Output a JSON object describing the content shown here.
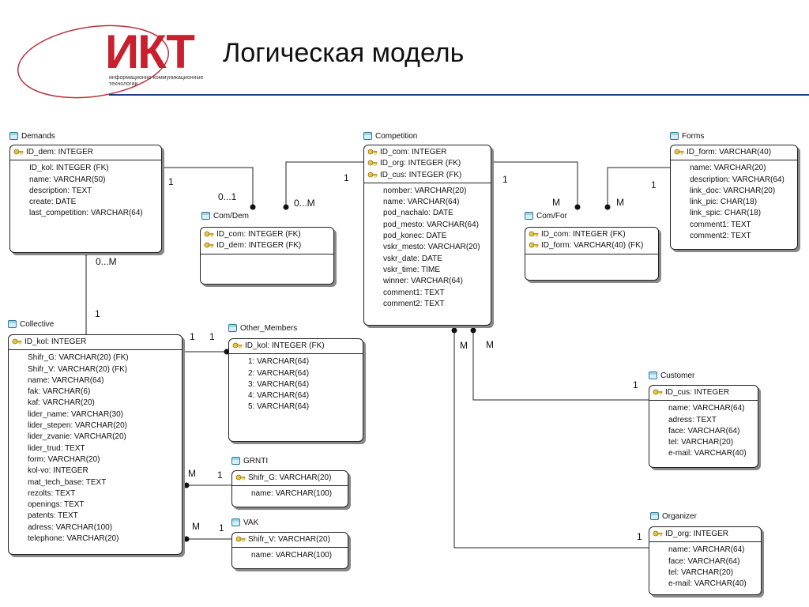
{
  "header": {
    "logo_text": "ИКТ",
    "logo_subtitle": "информационно-коммуникационные технологии",
    "title": "Логическая модель",
    "accent_color": "#1f3d8f",
    "logo_red": "#c8202f"
  },
  "entities": {
    "demands": {
      "name": "Demands",
      "pk": [
        "ID_dem: INTEGER"
      ],
      "attrs": [
        "ID_kol: INTEGER (FK)",
        "name: VARCHAR(50)",
        "description: TEXT",
        "create: DATE",
        "last_competition: VARCHAR(64)"
      ]
    },
    "com_dem": {
      "name": "Com/Dem",
      "pk": [
        "ID_com: INTEGER (FK)",
        "ID_dem: INTEGER (FK)"
      ],
      "attrs": []
    },
    "competition": {
      "name": "Competition",
      "pk": [
        "ID_com: INTEGER",
        "ID_org: INTEGER (FK)",
        "ID_cus: INTEGER (FK)"
      ],
      "attrs": [
        "nomber: VARCHAR(20)",
        "name: VARCHAR(64)",
        "pod_nachalo: DATE",
        "pod_mesto: VARCHAR(64)",
        "pod_konec: DATE",
        "vskr_mesto: VARCHAR(20)",
        "vskr_date: DATE",
        "vskr_time: TIME",
        "winner: VARCHAR(64)",
        "comment1: TEXT",
        "comment2: TEXT"
      ]
    },
    "com_for": {
      "name": "Com/For",
      "pk": [
        "ID_com: INTEGER (FK)",
        "ID_form: VARCHAR(40) (FK)"
      ],
      "attrs": []
    },
    "forms": {
      "name": "Forms",
      "pk": [
        "ID_form: VARCHAR(40)"
      ],
      "attrs": [
        "name: VARCHAR(20)",
        "description: VARCHAR(64)",
        "link_doc: VARCHAR(20)",
        "link_pic: CHAR(18)",
        "link_spic: CHAR(18)",
        "comment1: TEXT",
        "comment2: TEXT"
      ]
    },
    "collective": {
      "name": "Collective",
      "pk": [
        "ID_kol: INTEGER"
      ],
      "attrs": [
        "Shifr_G: VARCHAR(20) (FK)",
        "Shifr_V: VARCHAR(20) (FK)",
        "name: VARCHAR(64)",
        "fak: VARCHAR(6)",
        "kaf: VARCHAR(20)",
        "lider_name: VARCHAR(30)",
        "lider_stepen: VARCHAR(20)",
        "lider_zvanie: VARCHAR(20)",
        "lider_trud: TEXT",
        "form: VARCHAR(20)",
        "kol-vo: INTEGER",
        "mat_tech_base: TEXT",
        "rezolts: TEXT",
        "openings: TEXT",
        "patents: TEXT",
        "adress: VARCHAR(100)",
        "telephone: VARCHAR(20)"
      ]
    },
    "other_members": {
      "name": "Other_Members",
      "pk": [
        "ID_kol: INTEGER (FK)"
      ],
      "attrs": [
        "1: VARCHAR(64)",
        "2: VARCHAR(64)",
        "3: VARCHAR(64)",
        "4: VARCHAR(64)",
        "5: VARCHAR(64)"
      ]
    },
    "grnti": {
      "name": "GRNTI",
      "pk": [
        "Shifr_G: VARCHAR(20)"
      ],
      "attrs": [
        "name: VARCHAR(100)"
      ]
    },
    "vak": {
      "name": "VAK",
      "pk": [
        "Shifr_V: VARCHAR(20)"
      ],
      "attrs": [
        "name: VARCHAR(100)"
      ]
    },
    "customer": {
      "name": "Customer",
      "pk": [
        "ID_cus: INTEGER"
      ],
      "attrs": [
        "name: VARCHAR(64)",
        "adress: TEXT",
        "face: VARCHAR(64)",
        "tel: VARCHAR(20)",
        "e-mail: VARCHAR(40)"
      ]
    },
    "organizer": {
      "name": "Organizer",
      "pk": [
        "ID_org: INTEGER"
      ],
      "attrs": [
        "name: VARCHAR(64)",
        "face: VARCHAR(64)",
        "tel: VARCHAR(20)",
        "e-mail: VARCHAR(40)"
      ]
    }
  },
  "cardinality": {
    "dem_side": "1",
    "comdem_from_dem": "0...1",
    "comp_side_comdem": "1",
    "comdem_from_comp": "0...M",
    "comp_side_comfor": "1",
    "comfor_from_comp": "M",
    "forms_side": "1",
    "comfor_from_forms": "M",
    "dem_to_coll": "0...M",
    "coll_to_dem": "1",
    "coll_to_other_a": "1",
    "coll_to_other_b": "1",
    "coll_grnti_m": "M",
    "grnti_one": "1",
    "coll_vak_m": "M",
    "vak_one": "1",
    "comp_cus_m": "M",
    "comp_org_m": "M",
    "customer_one": "1",
    "organizer_one": "1"
  }
}
